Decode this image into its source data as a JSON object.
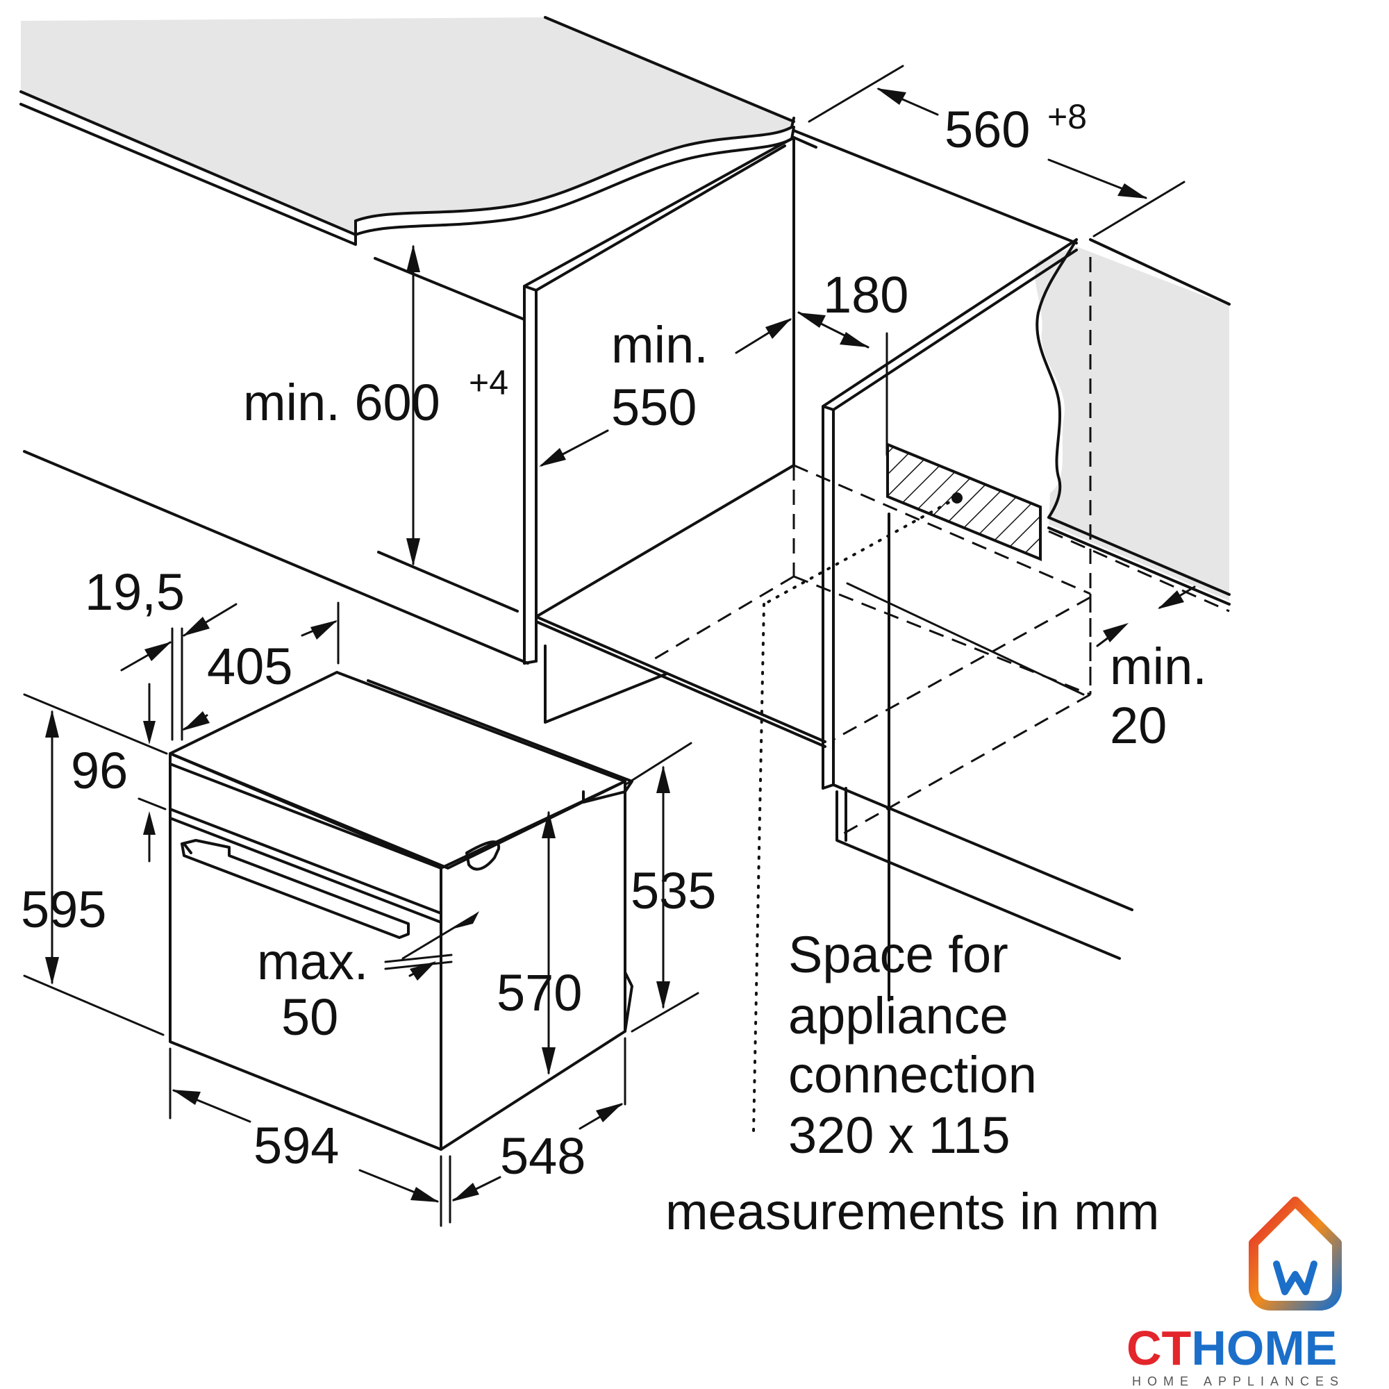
{
  "dimensions": {
    "cutout_width": "560",
    "cutout_width_tol": "+8",
    "cutout_height_prefix": "min. 600",
    "cutout_height_tol": "+4",
    "depth_min_label": "min.",
    "depth_min_value": "550",
    "connection_offset": "180",
    "rear_gap_label": "min.",
    "rear_gap_value": "20",
    "panel_thickness": "19,5",
    "top_depth": "405",
    "control_height": "96",
    "total_height": "595",
    "handle_label": "max.",
    "handle_value": "50",
    "body_height": "570",
    "side_height": "535",
    "front_width": "594",
    "body_depth": "548"
  },
  "notes": {
    "connection_line1": "Space for",
    "connection_line2": "appliance",
    "connection_line3": "connection",
    "connection_line4": "320 x 115",
    "units": "measurements in mm"
  },
  "brand": {
    "name_red": "CT",
    "name_blue": "HOME",
    "tagline": "HOME APPLIANCES",
    "red": "#e3262c",
    "blue": "#1b6fc9",
    "icon": "house-logo-icon"
  }
}
